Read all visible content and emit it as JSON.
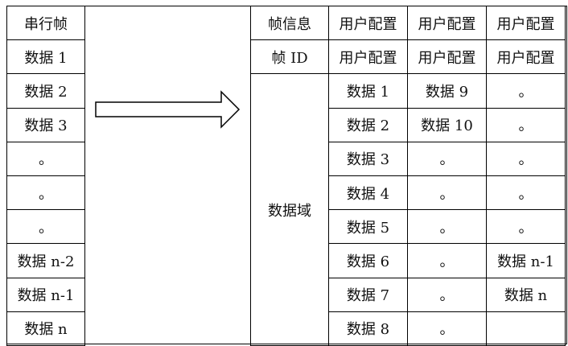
{
  "left_table": {
    "header": "串行帧",
    "rows": [
      "数据 1",
      "数据 2",
      "数据 3",
      "。",
      "。",
      "。",
      "数据 n-2",
      "数据 n-1",
      "数据 n"
    ]
  },
  "right_table": {
    "header": [
      "帧信息",
      "用户配置",
      "用户配置",
      "用户配置"
    ],
    "id_row": [
      "帧 ID",
      "用户配置",
      "用户配置",
      "用户配置"
    ],
    "data_label": "数据域",
    "rows": [
      [
        "数据 1",
        "数据 9",
        "。"
      ],
      [
        "数据 2",
        "数据 10",
        "。"
      ],
      [
        "数据 3",
        "。",
        "。"
      ],
      [
        "数据 4",
        "。",
        "。"
      ],
      [
        "数据 5",
        "。",
        "。"
      ],
      [
        "数据 6",
        "。",
        "数据 n-1"
      ],
      [
        "数据 7",
        "。",
        "数据 n"
      ],
      [
        "数据 8",
        "。",
        ""
      ]
    ]
  },
  "arrow": {
    "direction": "right",
    "icon": "right-arrow-icon"
  }
}
